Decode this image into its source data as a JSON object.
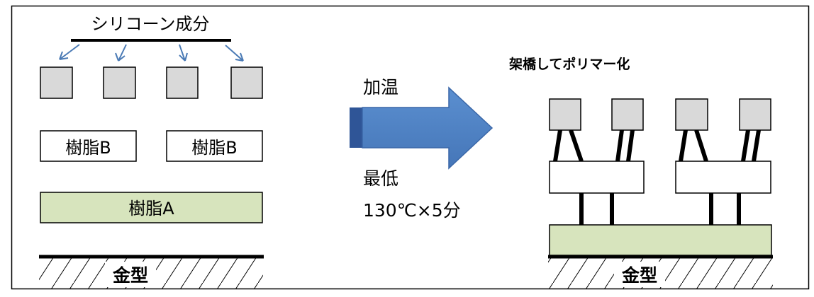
{
  "left": {
    "silicone_label": "シリコーン成分",
    "resin_b_labels": [
      "樹脂B",
      "樹脂B"
    ],
    "resin_a_label": "樹脂A",
    "mold_label": "金型"
  },
  "process": {
    "heat_label": "加温",
    "min_label": "最低",
    "condition_label": "130℃×5分"
  },
  "right": {
    "title": "架橋してポリマー化",
    "mold_label": "金型"
  },
  "colors": {
    "silicone_block": "#d9d9d9",
    "resin_a": "#d7e4bd",
    "arrow_fill": "#4f81bd",
    "arrow_dark": "#2f5597",
    "small_arrows": "#4a7ab5",
    "stroke": "#000000"
  }
}
